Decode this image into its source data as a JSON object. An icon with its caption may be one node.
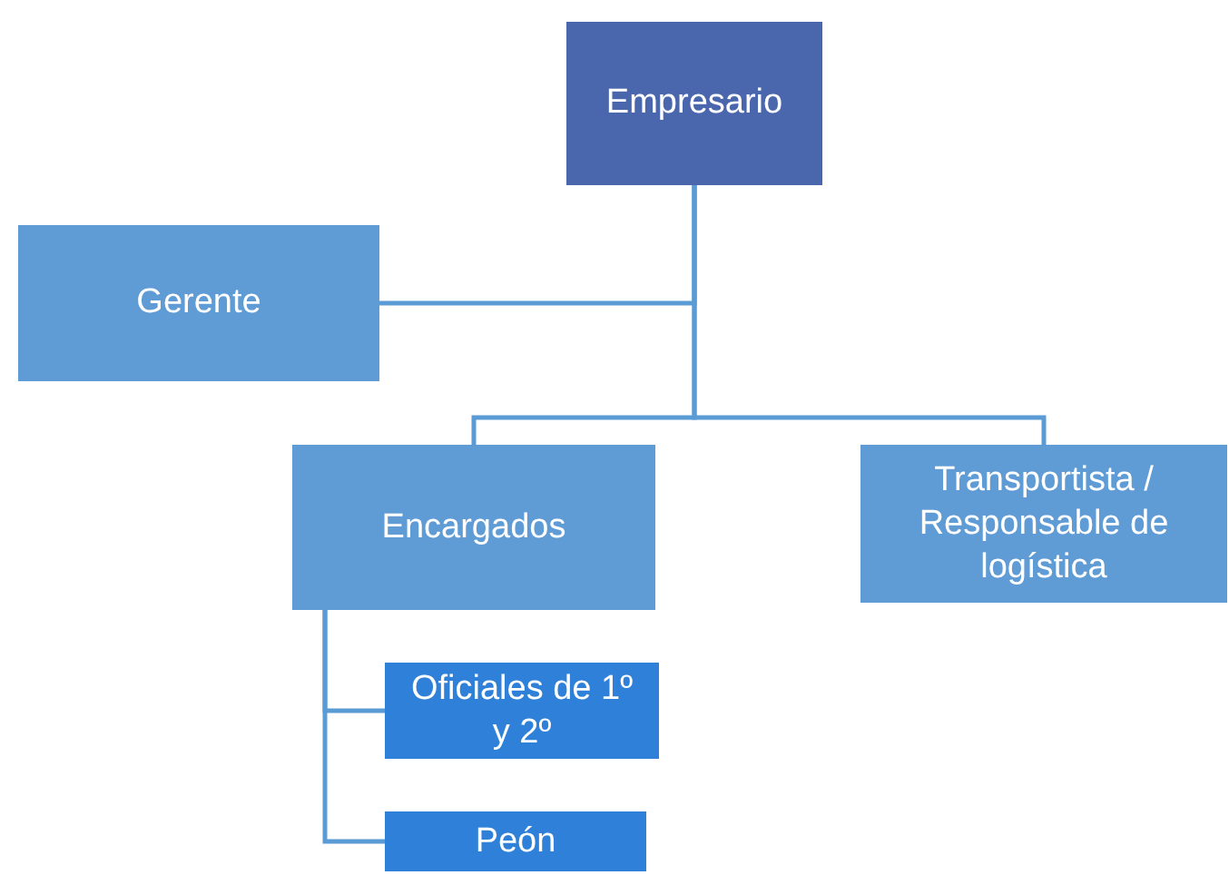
{
  "diagram": {
    "nodes": [
      {
        "text": [
          "Empresario"
        ]
      },
      {
        "text": [
          "Gerente"
        ]
      },
      {
        "text": [
          "Encargados"
        ]
      },
      {
        "text": [
          "Transportista / Responsable de logística"
        ]
      },
      {
        "text": [
          "Oficiales de 1º y 2º"
        ]
      },
      {
        "text": [
          "Peón"
        ]
      }
    ],
    "edges": [
      {
        "from": 0,
        "to": 1,
        "arrow": "none"
      },
      {
        "from": 0,
        "to": 2,
        "arrow": "none"
      },
      {
        "from": 0,
        "to": 3,
        "arrow": "none"
      },
      {
        "from": 2,
        "to": 4,
        "arrow": "none"
      },
      {
        "from": 2,
        "to": 5,
        "arrow": "none"
      }
    ]
  }
}
